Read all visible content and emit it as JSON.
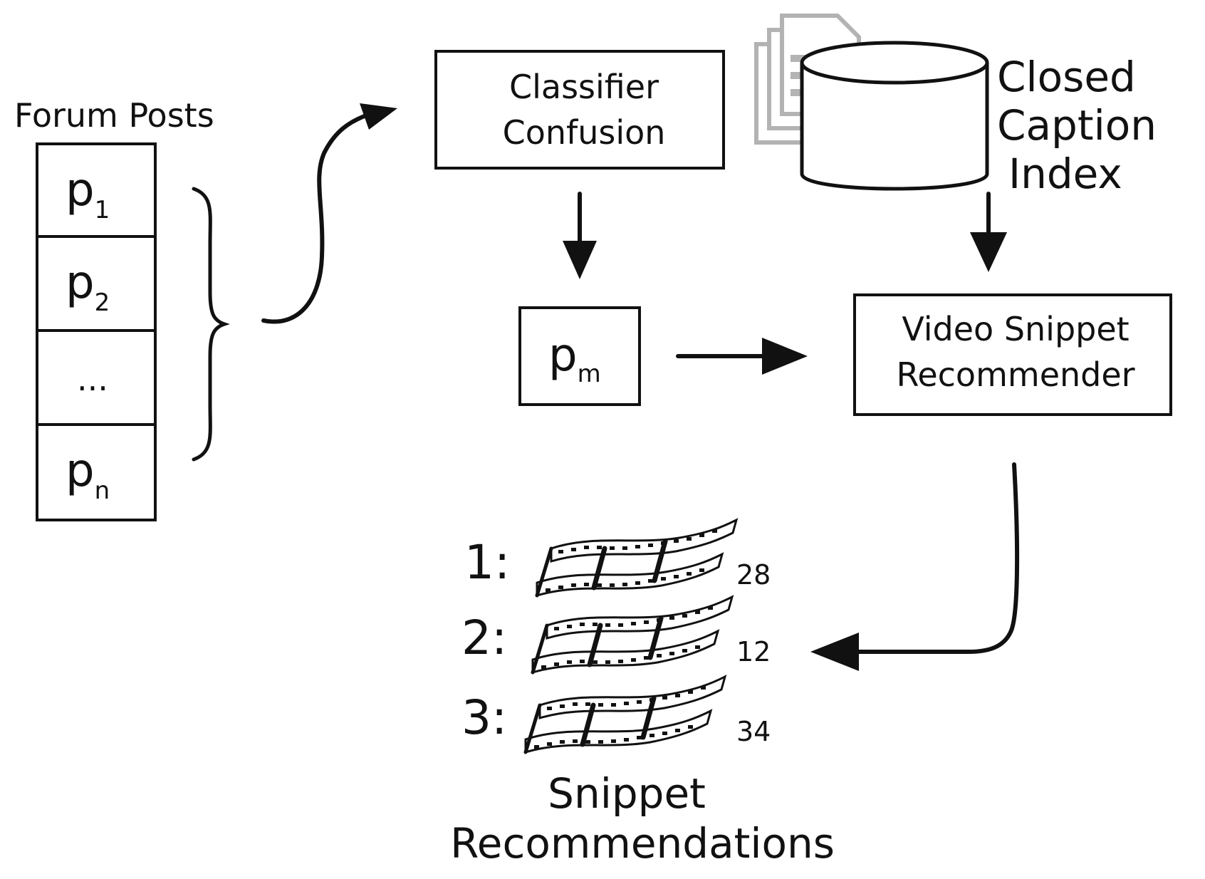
{
  "forum": {
    "title": "Forum Posts",
    "posts": [
      {
        "main": "p",
        "sub": "1"
      },
      {
        "main": "p",
        "sub": "2"
      },
      {
        "main": "...",
        "sub": ""
      },
      {
        "main": "p",
        "sub": "n"
      }
    ]
  },
  "classifier": {
    "line1": "Classifier",
    "line2": "Confusion"
  },
  "index": {
    "line1": "Closed",
    "line2": "Caption",
    "line3": "Index",
    "icon": "document-stack-icon, database-cylinder-icon"
  },
  "selected_post": {
    "main": "p",
    "sub": "m"
  },
  "recommender": {
    "line1": "Video Snippet",
    "line2": "Recommender"
  },
  "recommendations": {
    "items": [
      {
        "rank": "1:",
        "number": "28"
      },
      {
        "rank": "2:",
        "number": "12"
      },
      {
        "rank": "3:",
        "number": "34"
      }
    ],
    "label_line1": "Snippet",
    "label_line2": "Recommendations"
  },
  "colors": {
    "ink": "#111111",
    "doc_gray": "#b3b3b3",
    "background": "#ffffff"
  }
}
